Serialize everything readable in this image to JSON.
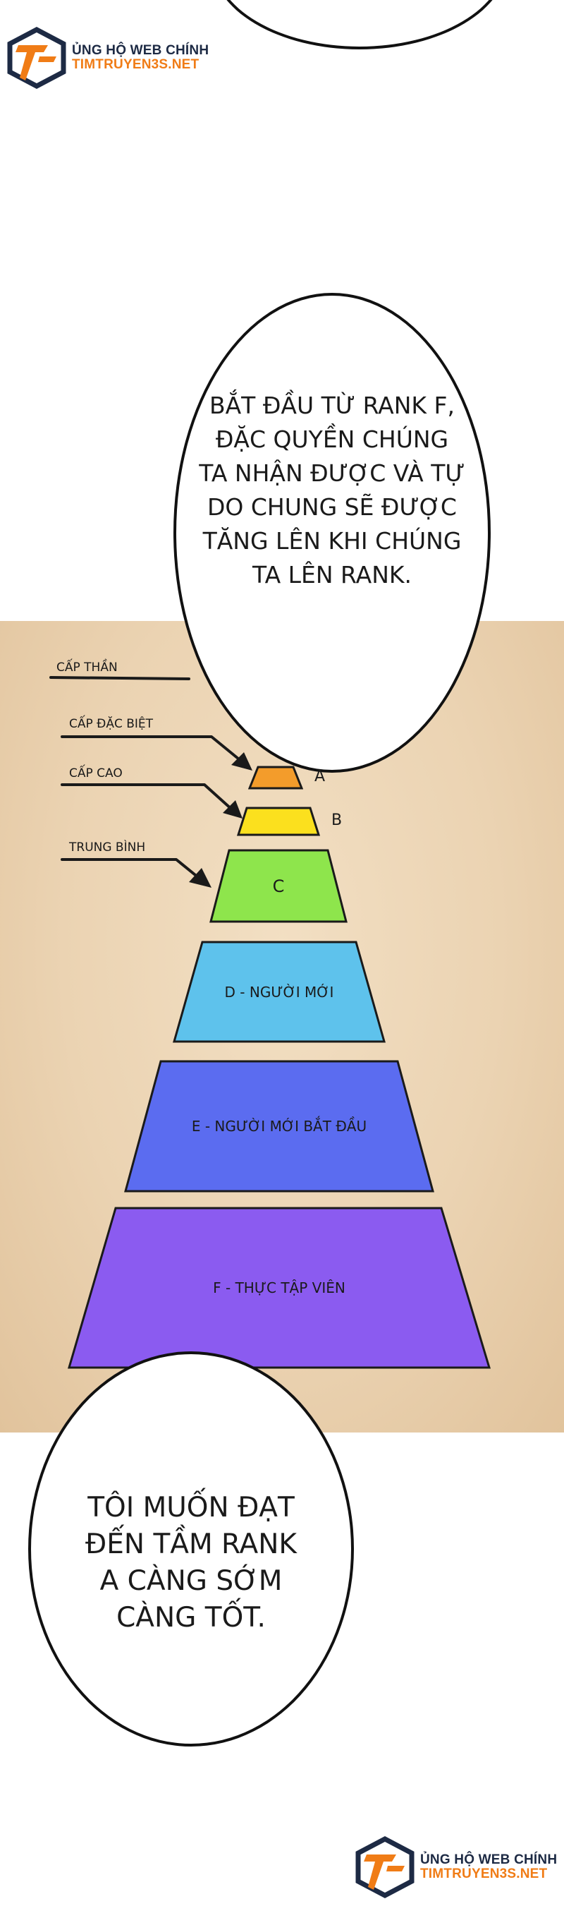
{
  "watermark": {
    "line1": "ỦNG HỘ WEB CHÍNH",
    "line2": "TIMTRUYEN3S.NET"
  },
  "bubbles": {
    "top": "BẮT ĐẦU TỪ RANK F,\nĐẶC QUYỀN CHÚNG\nTA NHẬN ĐƯỢC VÀ TỰ\nDO CHUNG SẼ ĐƯỢC\nTĂNG LÊN KHI CHÚNG\nTA LÊN RANK.",
    "bottom": "TÔI MUỐN ĐẠT\nĐẾN TẦM RANK\nA CÀNG SỚM\nCÀNG TỐT."
  },
  "pyramid": {
    "levels": {
      "god": "CẤP THẦN",
      "special": "CẤP ĐẶC BIỆT",
      "high": "CẤP CAO",
      "medium": "TRUNG BÌNH"
    },
    "side_letters": {
      "a": "A",
      "b": "B"
    },
    "tiers": [
      {
        "rank": "A",
        "label": "",
        "color": "#f39c2b"
      },
      {
        "rank": "B",
        "label": "",
        "color": "#fbe01e"
      },
      {
        "rank": "C",
        "label": "C",
        "color": "#8ee54c"
      },
      {
        "rank": "D",
        "label": "D - NGƯỜI MỚI",
        "color": "#5ec2ec"
      },
      {
        "rank": "E",
        "label": "E - NGƯỜI MỚI BẮT ĐẦU",
        "color": "#5b6cf0"
      },
      {
        "rank": "F",
        "label": "F  - THỰC TẬP VIÊN",
        "color": "#8b5bf0"
      }
    ],
    "outline_color": "#1a1a1a"
  }
}
